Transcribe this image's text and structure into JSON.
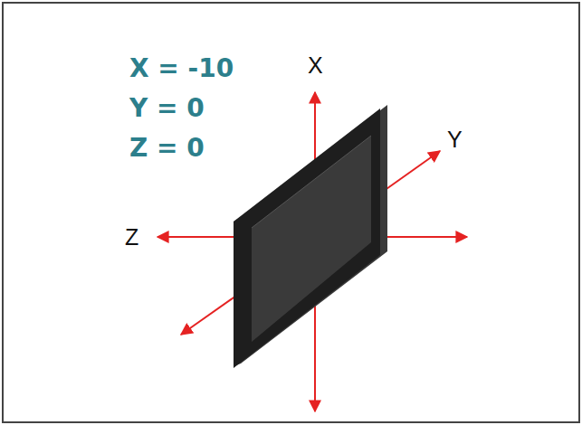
{
  "diagram": {
    "labels": [
      "X = -10",
      "Y = 0",
      "Z = 0",
      "X",
      "Y",
      "Z"
    ]
  }
}
